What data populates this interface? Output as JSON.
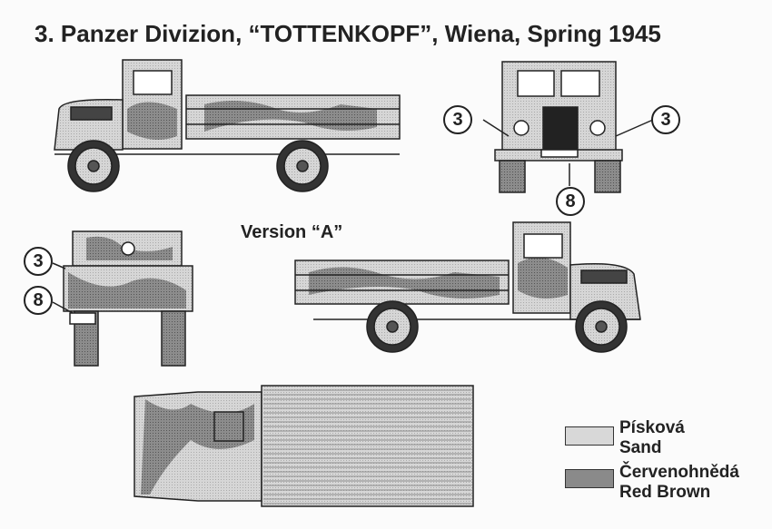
{
  "title": "3. Panzer Divizion, “TOTTENKOPF”, Wiena, Spring 1945",
  "version_label": "Version “A”",
  "callouts": {
    "front_left": "3",
    "front_right": "3",
    "front_bottom": "8",
    "rear_top": "3",
    "rear_bottom": "8"
  },
  "legend": [
    {
      "cz": "Písková",
      "en": "Sand",
      "color": "#d8d8d8"
    },
    {
      "cz": "Červenohnědá",
      "en": "Red Brown",
      "color": "#8a8a8a"
    }
  ]
}
